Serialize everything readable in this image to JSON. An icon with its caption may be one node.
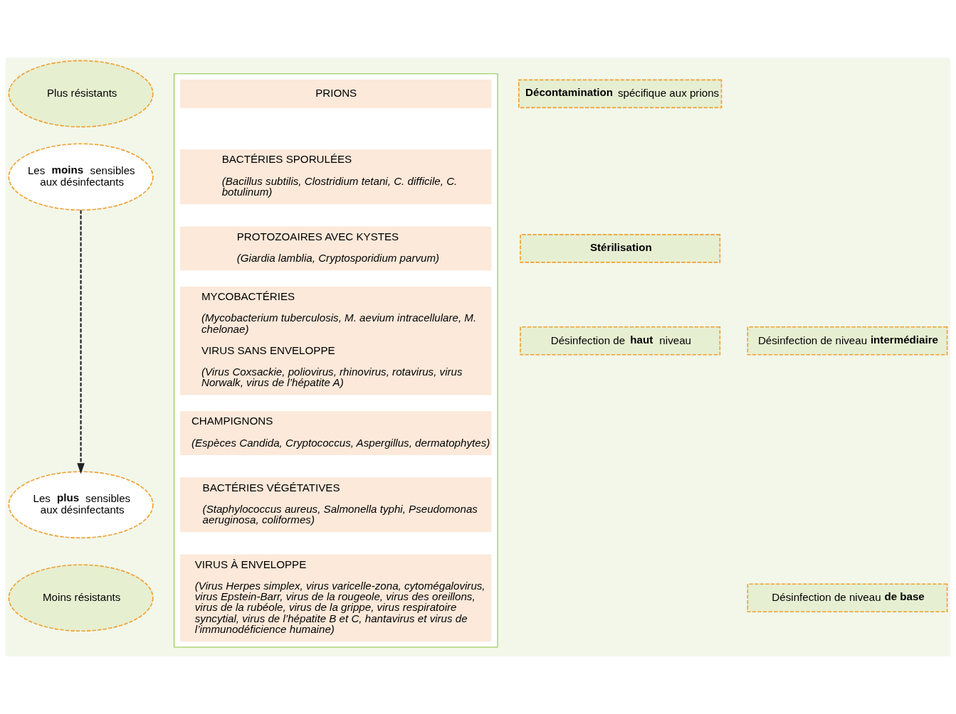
{
  "diagram": {
    "nodes": [
      {
        "text": [
          "Plus résistants"
        ]
      },
      {
        "text": [
          "Les **moins** sensibles aux désinfectants"
        ]
      },
      {
        "text": [
          "Les **plus** sensibles aux désinfectants"
        ]
      },
      {
        "text": [
          "Moins résistants"
        ]
      },
      {
        "text": [],
        "shape": "box"
      },
      {
        "text": [
          "PRIONS"
        ],
        "in": 4
      },
      {
        "text": [
          "BACTÉRIES SPORULÉES",
          "(Bacillus subtilis, Clostridium tetani, C. difficile, C. botulinum)"
        ],
        "in": 4
      },
      {
        "text": [
          "PROTOZOAIRES AVEC KYSTES",
          "(Giardia lamblia, Cryptosporidium parvum)"
        ],
        "in": 4
      },
      {
        "text": [
          "MYCOBACTÉRIES",
          "(Mycobacterium tuberculosis, M. aevium intracellulare, M. chelonae)",
          "VIRUS SANS ENVELOPPE",
          "(Virus Coxsackie, poliovirus, rhinovirus, rotavirus, virus Norwalk, virus de l’hépatite A)"
        ],
        "in": 4
      },
      {
        "text": [
          "CHAMPIGNONS",
          "(Espèces Candida, Cryptococcus, Aspergillus, dermatophytes)"
        ],
        "in": 4
      },
      {
        "text": [
          "BACTÉRIES VÉGÉTATIVES",
          "(Staphylococcus aureus, Salmonella typhi, Pseudomonas aeruginosa, coliformes)"
        ],
        "in": 4
      },
      {
        "text": [
          "VIRUS À ENVELOPPE",
          "(Virus Herpes simplex, virus varicelle-zona, cytomégalovirus, virus Epstein-Barr, virus de la rougeole, virus des oreillons, virus de la rubéole, virus de la grippe, virus respiratoire syncytial, virus de l’hépatite B et C, hantavirus et virus de l’immunodéficience humaine)"
        ],
        "in": 4
      },
      {
        "text": [
          "**Décontamination** spécifique aux prions"
        ]
      },
      {
        "text": [
          "**Stérilisation**"
        ]
      },
      {
        "text": [
          "Désinfection de **haut** niveau"
        ]
      },
      {
        "text": [
          "Désinfection de niveau **intermédiaire**"
        ]
      },
      {
        "text": [
          "Désinfection de niveau **de base**"
        ]
      }
    ],
    "edges": [
      {
        "from": 1,
        "to": 2,
        "arrow": "to",
        "style": "dashed"
      }
    ]
  }
}
